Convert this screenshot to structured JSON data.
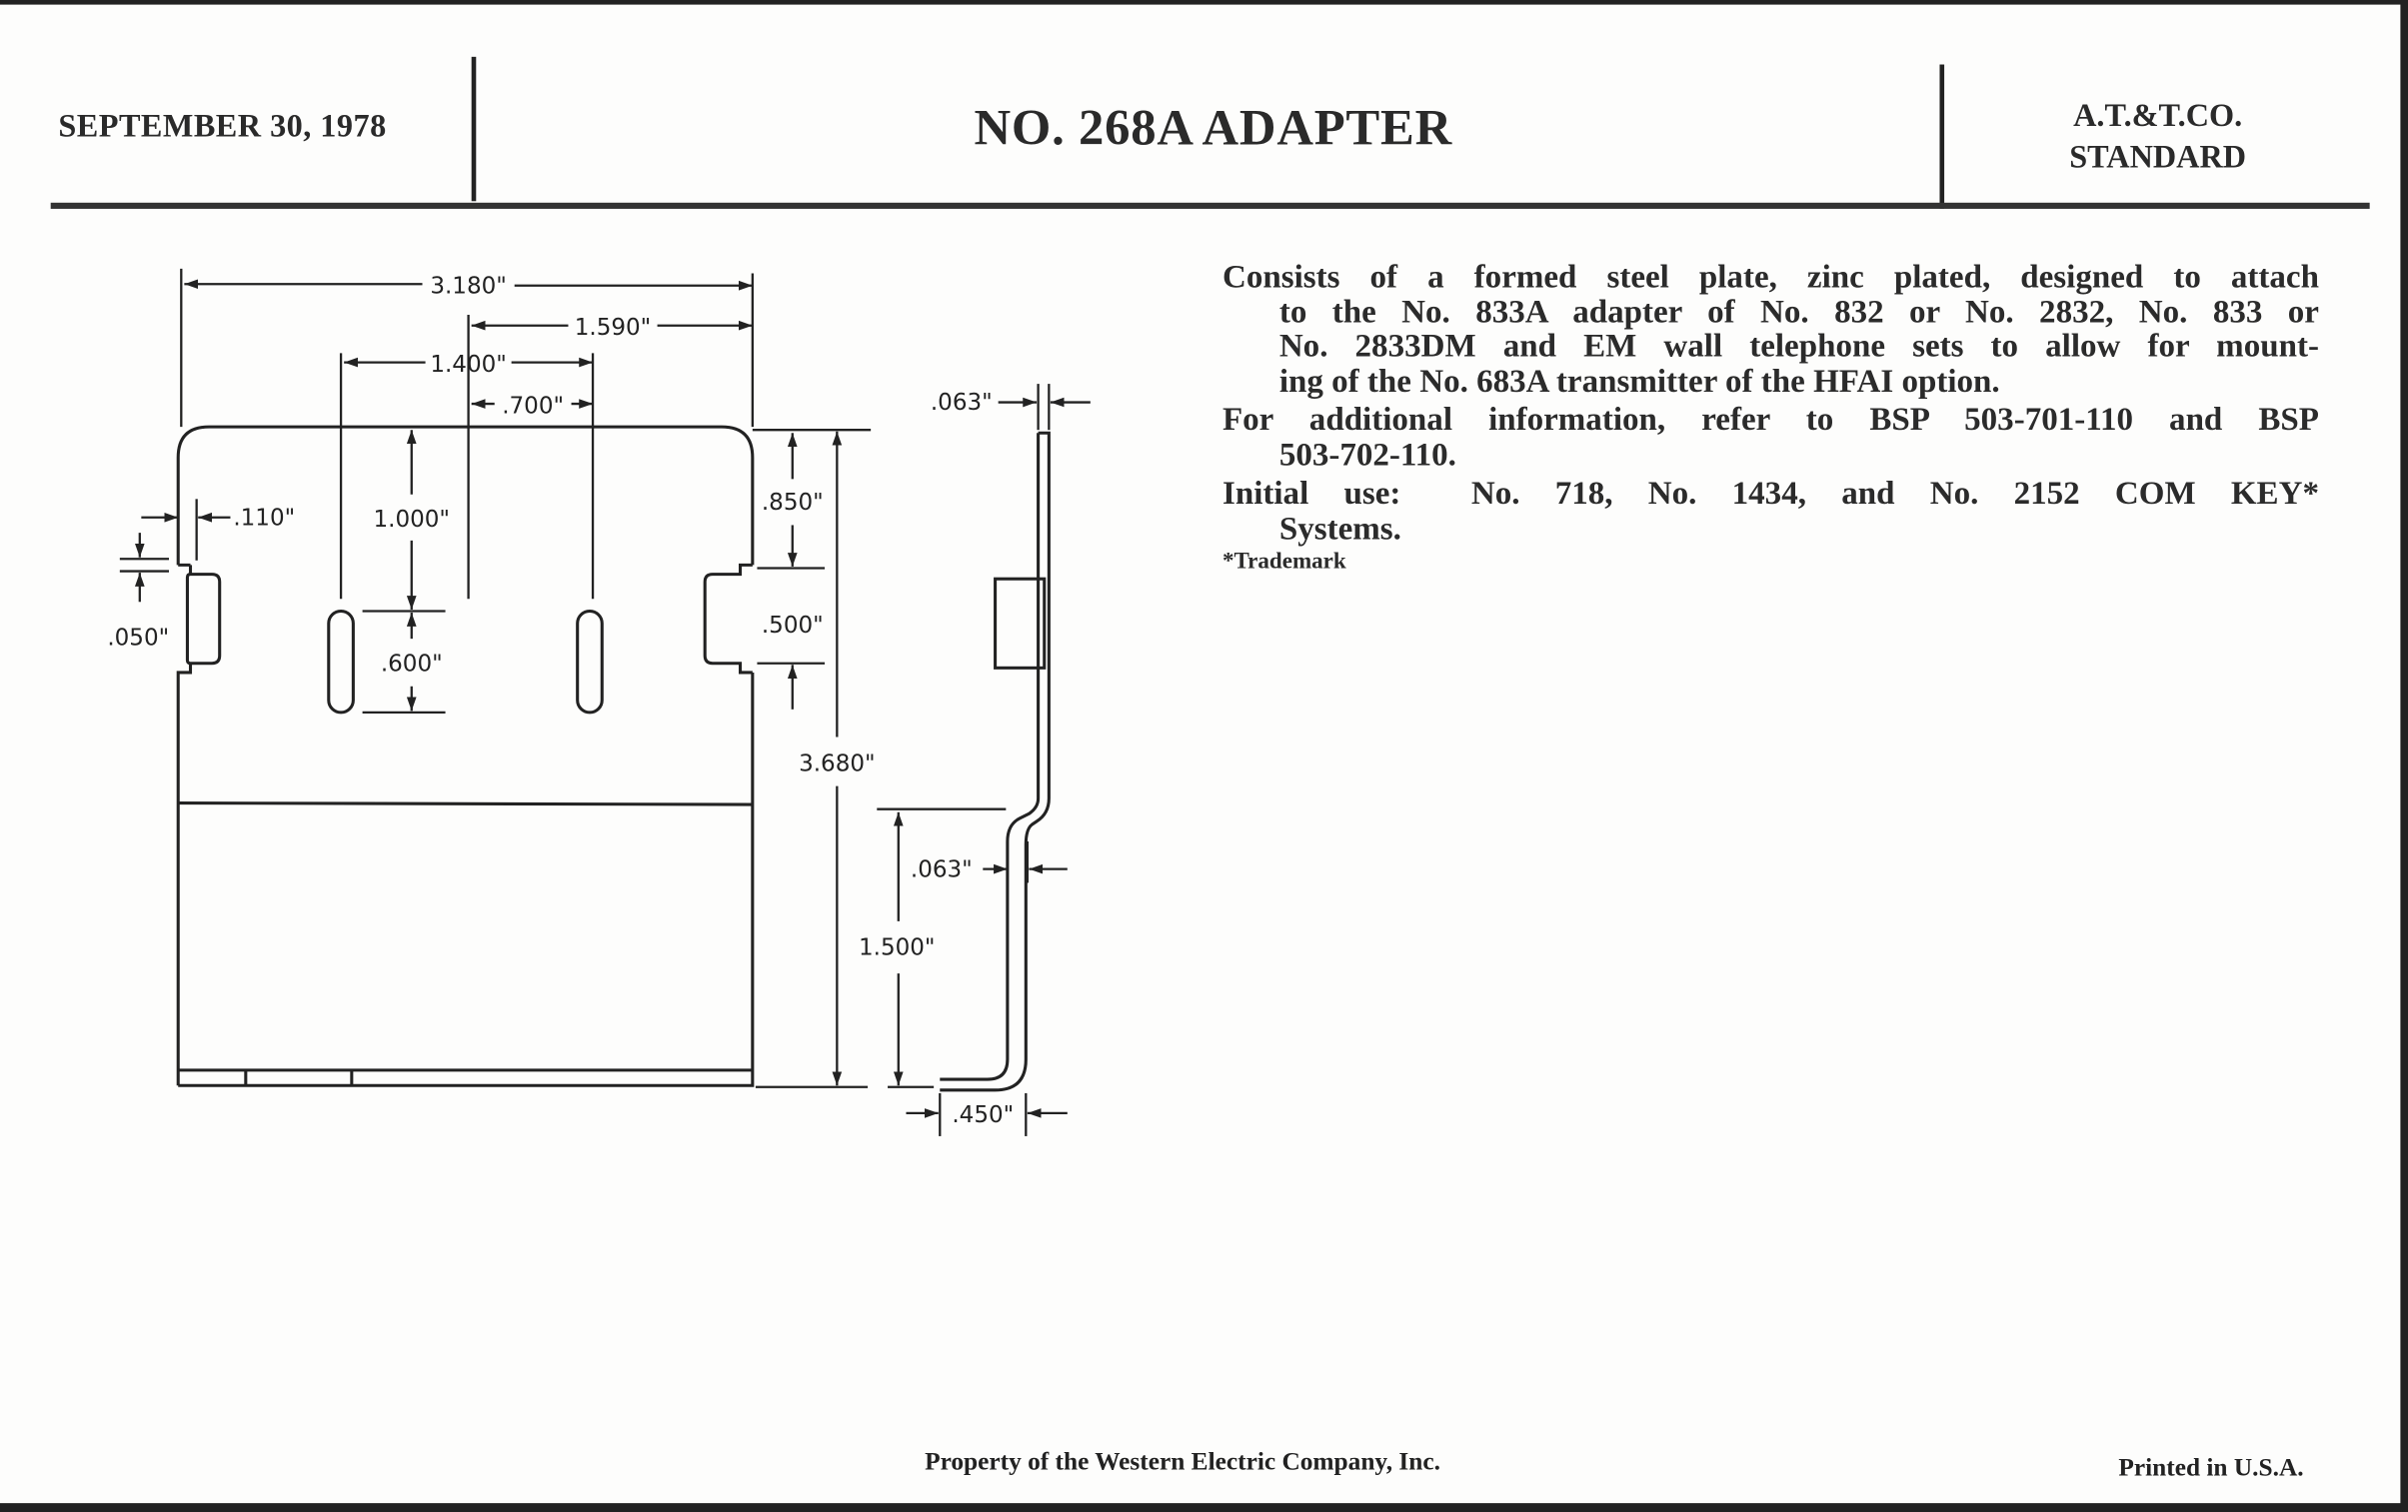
{
  "header": {
    "date": "SEPTEMBER 30, 1978",
    "title": "NO. 268A ADAPTER",
    "standard_line1": "A.T.&T.CO.",
    "standard_line2": "STANDARD"
  },
  "description": {
    "para1": [
      "Consists of a formed steel plate, zinc plated, designed to attach",
      "to the No. 833A adapter of No. 832 or No. 2832, No. 833 or",
      "No. 2833DM and EM wall telephone sets to allow for mount-",
      "ing of the No. 683A transmitter of the HFAI option."
    ],
    "para2": [
      "For additional information, refer to BSP 503-701-110 and BSP",
      "503-702-110."
    ],
    "para3": [
      "Initial use:  No. 718, No. 1434, and No. 2152 COM KEY*",
      "Systems."
    ],
    "trademark_note": "*Trademark"
  },
  "dimensions": {
    "overall_width": "3.180\"",
    "half_width": "1.590\"",
    "slot_spacing": "1.400\"",
    "half_slot_spacing": ".700\"",
    "slot_top": "1.000\"",
    "slot_length": ".600\"",
    "tab_inset": ".110\"",
    "notch": ".050\"",
    "tab_top": ".850\"",
    "tab_height": ".500\"",
    "overall_height": "3.680\"",
    "thickness_top": ".063\"",
    "offset": ".063\"",
    "bend_height": "1.500\"",
    "foot_length": ".450\""
  },
  "footer": {
    "property": "Property of the Western Electric Company, Inc.",
    "printed": "Printed in U.S.A."
  }
}
